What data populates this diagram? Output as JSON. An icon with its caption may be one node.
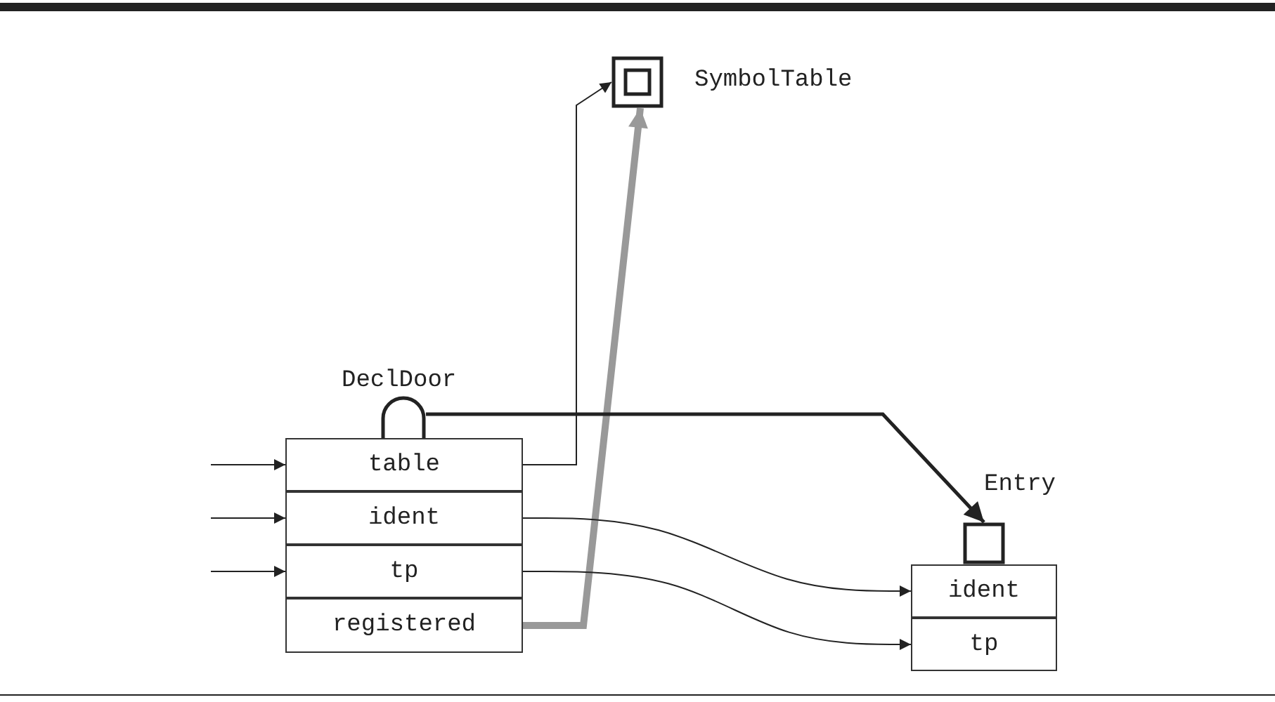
{
  "diagram": {
    "nodes": [
      {
        "text": [],
        "shape": "box",
        "beside": [
          "SymbolTable"
        ]
      },
      {
        "text": [
          "DeclDoor"
        ]
      },
      {
        "text": [],
        "shape": "semicircle",
        "in": 1
      },
      {
        "text": [
          "table"
        ],
        "in": 1
      },
      {
        "text": [
          "ident"
        ],
        "in": 1
      },
      {
        "text": [
          "tp"
        ],
        "in": 1
      },
      {
        "text": [
          "registered"
        ],
        "in": 1
      },
      {
        "text": [
          "Entry"
        ]
      },
      {
        "text": [],
        "shape": "box",
        "in": 7
      },
      {
        "text": [
          "ident"
        ],
        "in": 7
      },
      {
        "text": [
          "tp"
        ],
        "in": 7
      }
    ],
    "edges": [
      {
        "from": null,
        "to": 3,
        "arrow": "to"
      },
      {
        "from": null,
        "to": 4,
        "arrow": "to"
      },
      {
        "from": null,
        "to": 5,
        "arrow": "to"
      },
      {
        "from": 3,
        "to": 0,
        "arrow": "to"
      },
      {
        "from": 6,
        "to": 0,
        "arrow": "to",
        "style": "thick",
        "color": "#999999"
      },
      {
        "from": 2,
        "to": 8,
        "arrow": "to",
        "style": "thick"
      },
      {
        "from": 4,
        "to": 9,
        "arrow": "to"
      },
      {
        "from": 5,
        "to": 10,
        "arrow": "to"
      }
    ]
  }
}
